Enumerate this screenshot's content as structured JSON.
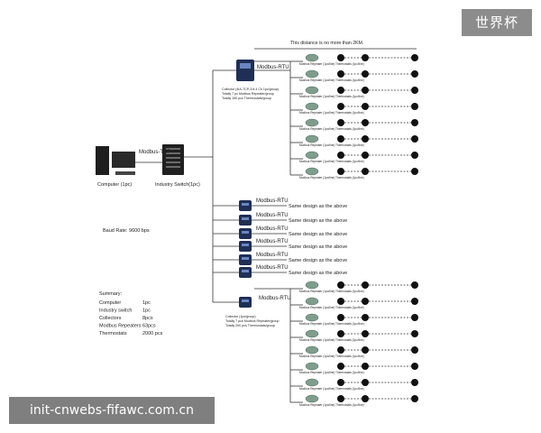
{
  "watermark_top": "世界杯",
  "watermark_bottom": "init-cnwebs-fifawc.com.cn",
  "diagram": {
    "distance_note": "This distance is no more than 2KM.",
    "computer_label": "Computer (1pc)",
    "switch_label": "Industry Switch(1pc)",
    "tcp_label": "Modbus-TCP",
    "rtu_label": "Modbus-RTU",
    "same_design": "Same design as the above",
    "baud_rate": "Baud Rate: 9600 bps",
    "repeater_label": "Modbus Repeater (1pc/line)",
    "thermostat_label": "Thermostats (1pc/line)",
    "collector_top_note": [
      "Collector (4IA-TCP-2/4.4 Ch 1pc/group)",
      "Totally 7 pc Modbus Repeater/group",
      "Totally 150 pcs Thermostats/group"
    ],
    "collector_bottom_note": [
      "Collector (1pc/group)",
      "Totally 7 pcs Modbus Repeater/group",
      "Totally 200 pcs Thermostats/group"
    ],
    "summary": {
      "title": "Summary:",
      "rows": [
        {
          "label": "Computer",
          "value": "1pc"
        },
        {
          "label": "Industry switch",
          "value": "1pc"
        },
        {
          "label": "Collectors",
          "value": "8pcs"
        },
        {
          "label": "Modbus Repeaters",
          "value": "63pcs"
        },
        {
          "label": "Thermostats",
          "value": "2000 pcs"
        }
      ]
    }
  }
}
